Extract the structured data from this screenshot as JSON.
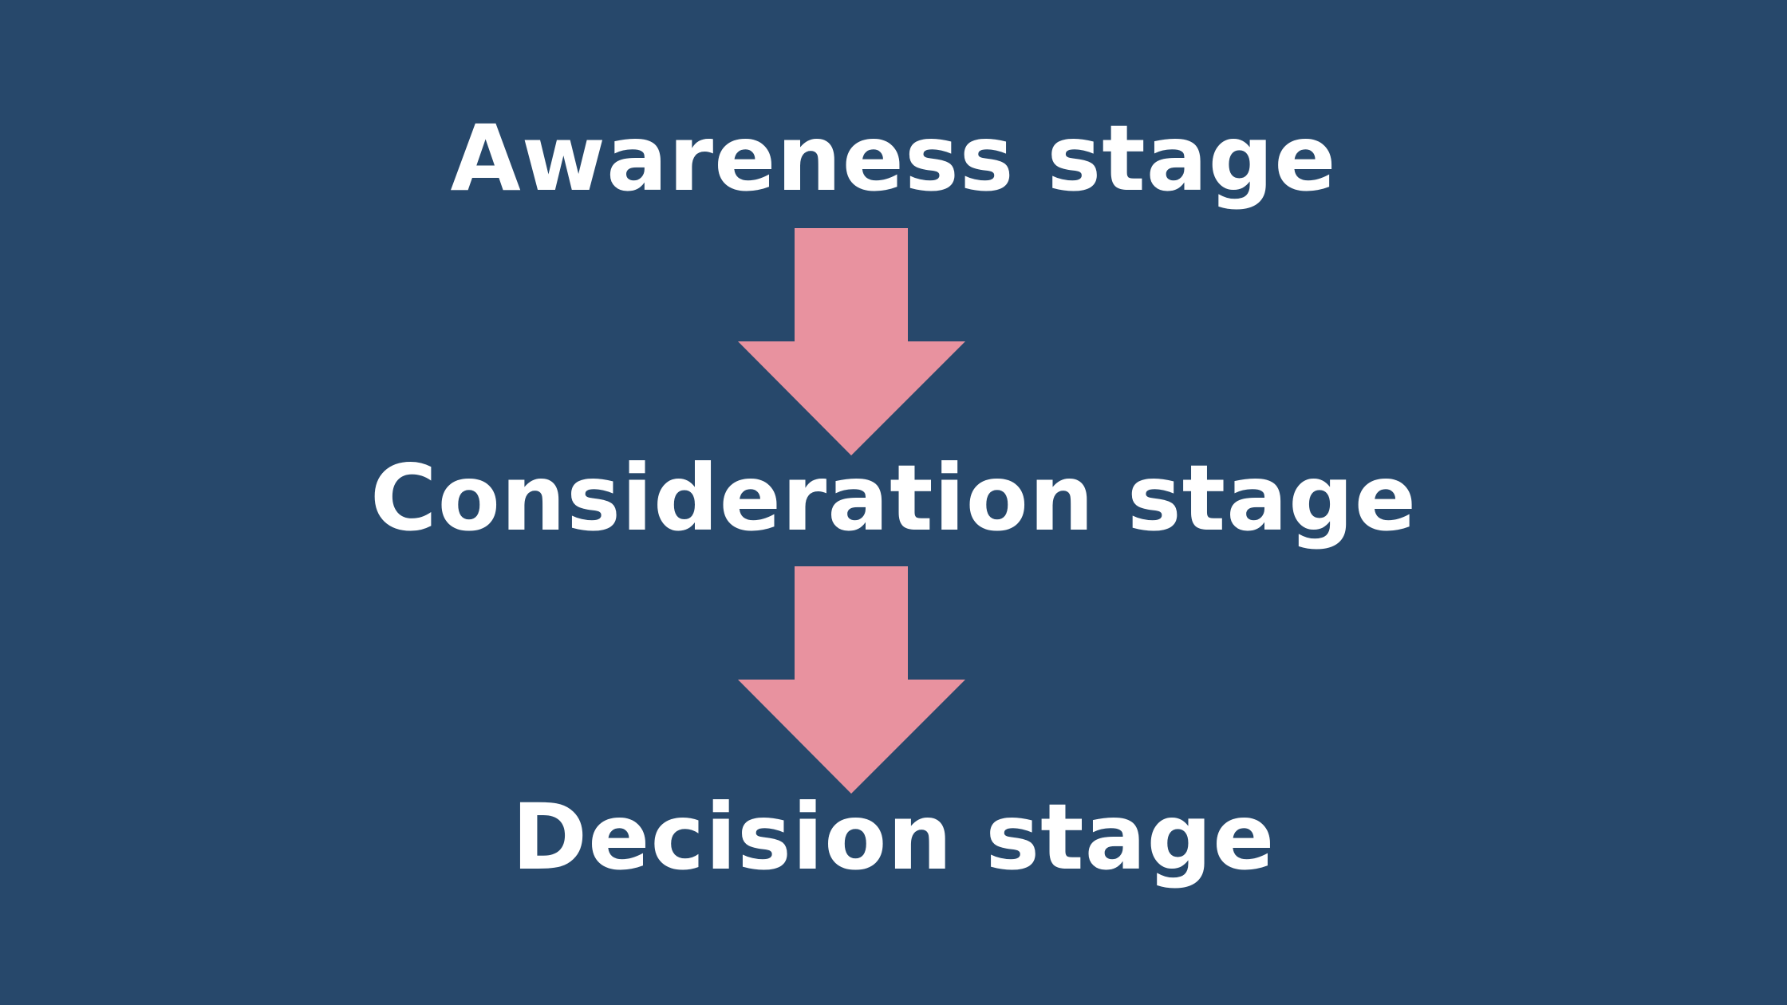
{
  "stages": [
    {
      "label": "Awareness stage"
    },
    {
      "label": "Consideration stage"
    },
    {
      "label": "Decision stage"
    }
  ],
  "colors": {
    "background": "#27486b",
    "text": "#ffffff",
    "arrow": "#e8929f"
  },
  "icons": {
    "connector": "arrow-down-icon"
  }
}
